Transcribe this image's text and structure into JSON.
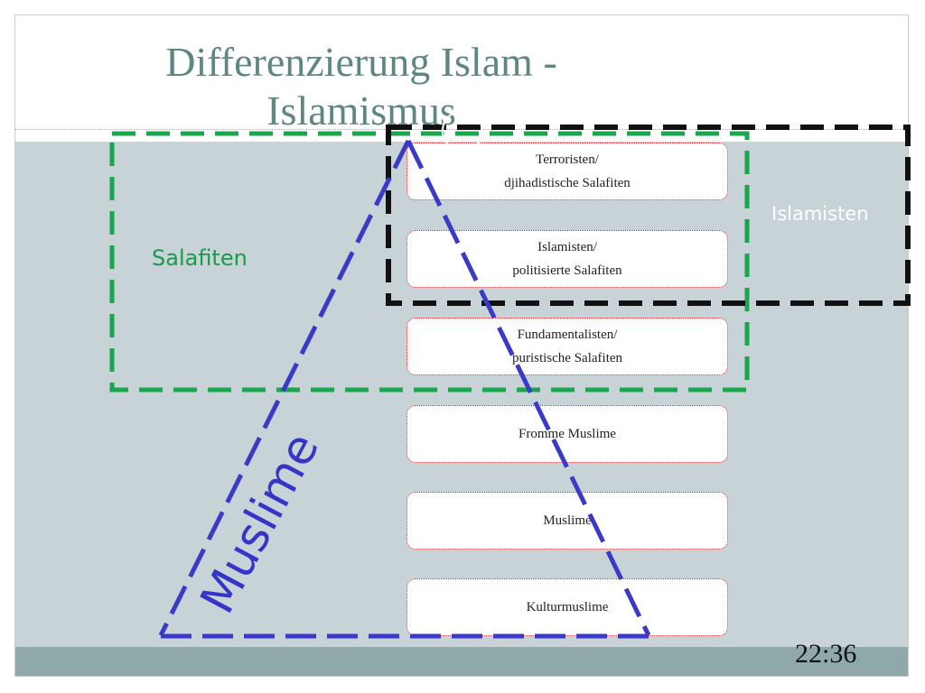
{
  "title": {
    "line1": "Differenzierung Islam -",
    "line2": "Islamismus"
  },
  "boxes": [
    {
      "line1": "Terroristen/",
      "line2": "djihadistische Salafiten"
    },
    {
      "line1": "Islamisten/",
      "line2": "politisierte Salafiten"
    },
    {
      "line1": "Fundamentalisten/",
      "line2": "puristische Salafiten"
    },
    {
      "line1": "Fromme Muslime"
    },
    {
      "line1": "Muslime"
    },
    {
      "line1": "Kulturmuslime"
    }
  ],
  "groups": {
    "salafiten": {
      "label": "Salafiten",
      "color": "#1a9a4a"
    },
    "islamisten": {
      "label": "Islamisten",
      "color": "#111111"
    },
    "muslime": {
      "label": "Muslime",
      "color": "#3535c8"
    }
  },
  "time": "22:36"
}
